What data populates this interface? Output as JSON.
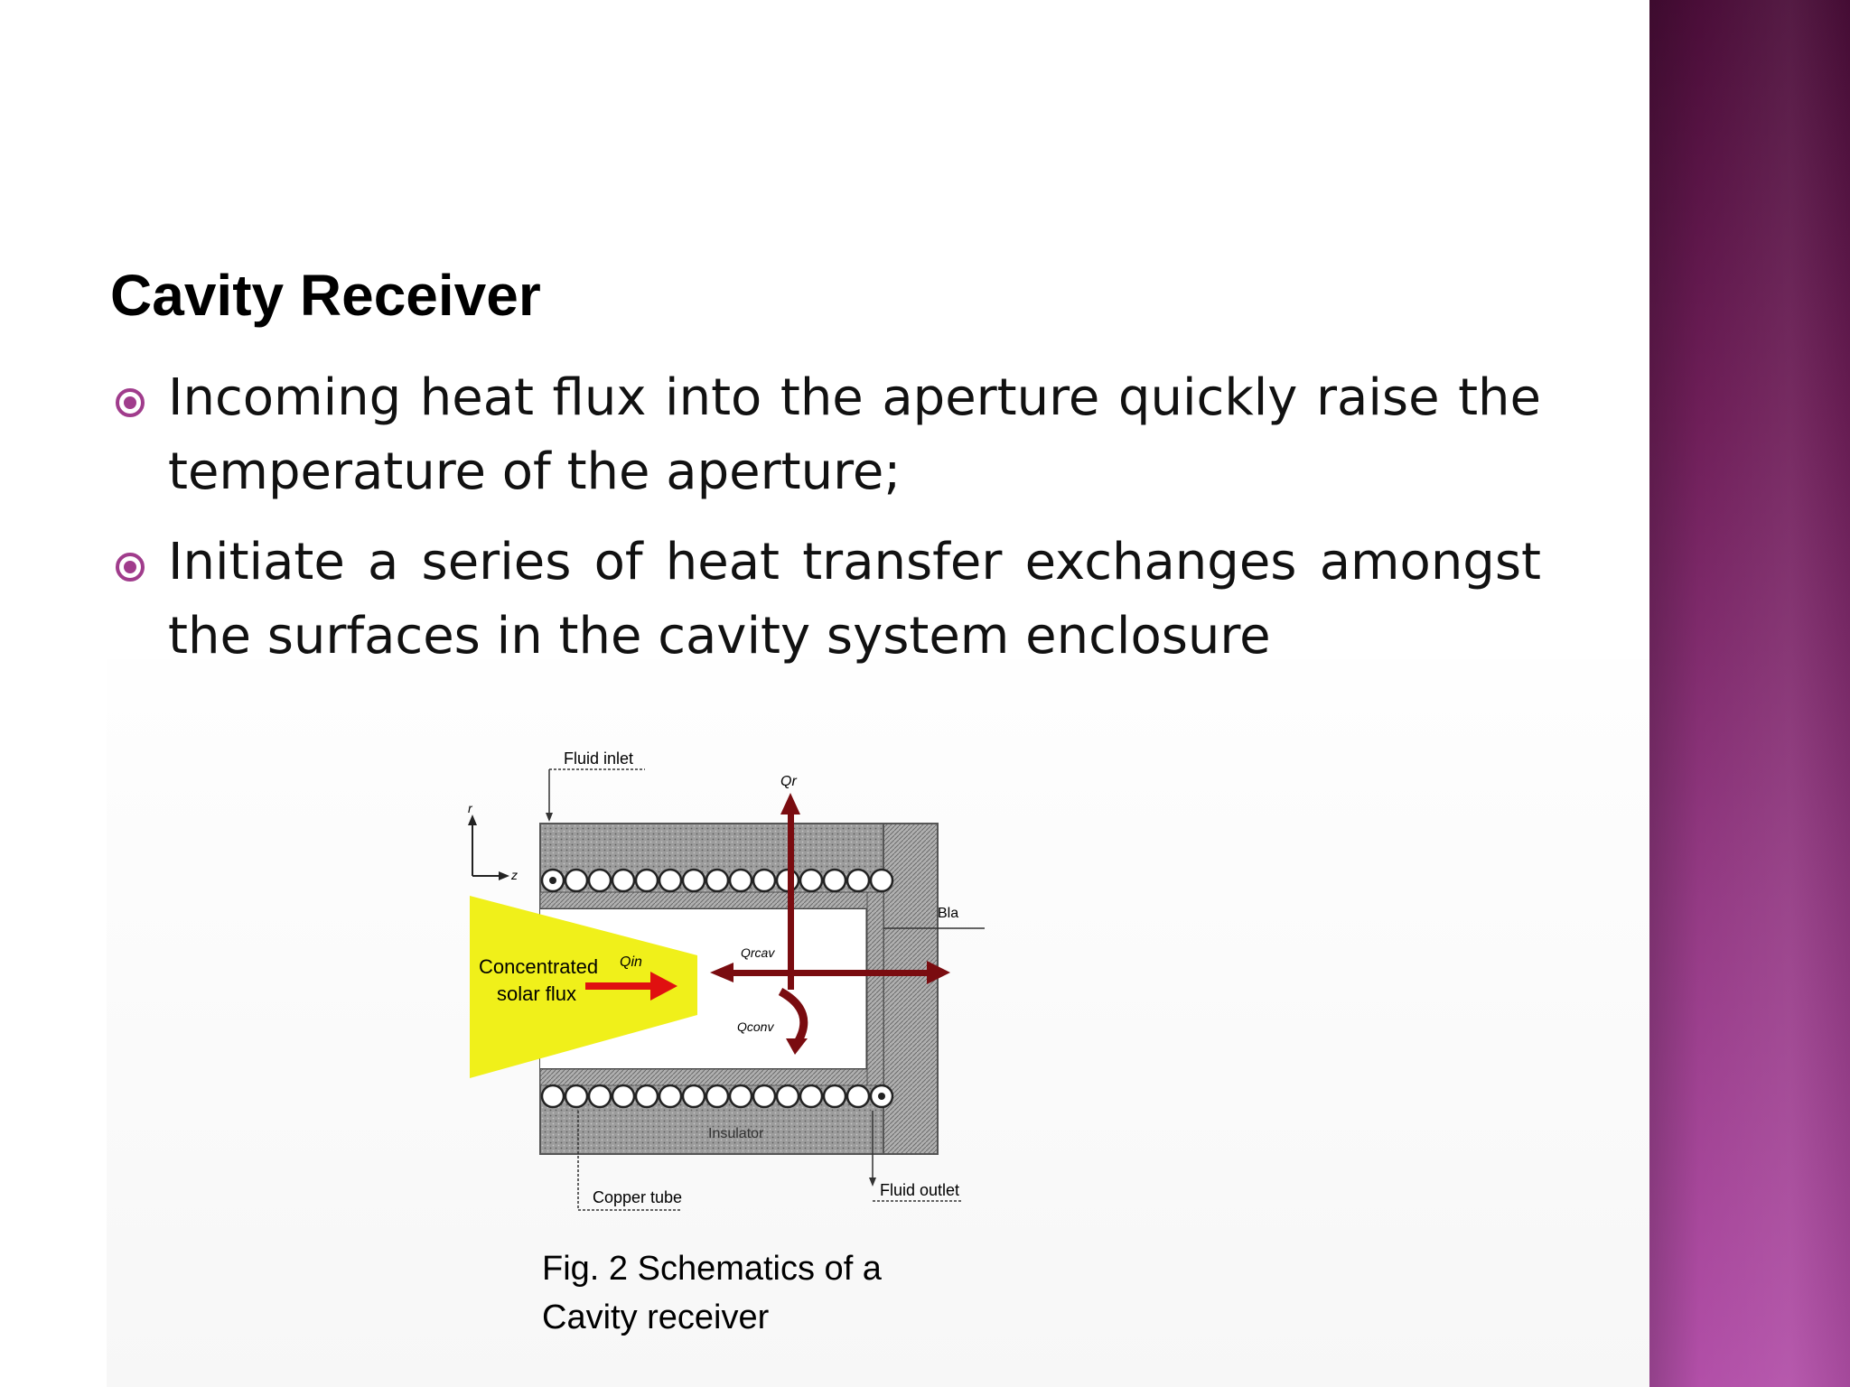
{
  "slide": {
    "title": "Cavity Receiver",
    "bullets": [
      {
        "text": "Incoming heat flux into the aperture quickly raise the temperature  of the aperture;",
        "icon": "circle-dot-bullet-icon"
      },
      {
        "text": "Initiate a series of heat transfer  exchanges amongst the surfaces  in the cavity system enclosure",
        "icon": "circle-dot-bullet-icon"
      }
    ],
    "accent_color": "#a03c8c",
    "band_colors": [
      "#4a0d38",
      "#b24fa8"
    ]
  },
  "figure": {
    "labels": {
      "fluid_inlet": "Fluid inlet",
      "fluid_outlet": "Fluid outlet",
      "copper_tube": "Copper tube",
      "insulator": "Insulator",
      "concentrated": "Concentrated",
      "solar_flux": "solar flux",
      "q_in": "Qin",
      "q_r": "Qr",
      "q_rcav": "Qrcav",
      "q_conv": "Qconv",
      "axis_r": "r",
      "axis_z": "z",
      "black_wall": "Bla"
    },
    "colors": {
      "arrow": "#7a0c10",
      "flux": "#f0f01a",
      "flux_arrow": "#e01010",
      "insulation": "#9a9a9a"
    },
    "caption_line1": "Fig. 2 Schematics of a",
    "caption_line2": "Cavity receiver"
  }
}
